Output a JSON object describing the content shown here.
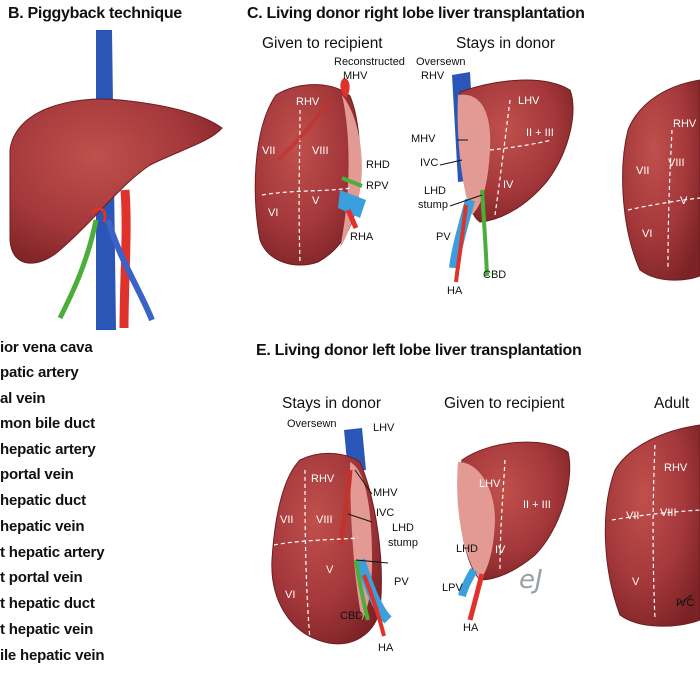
{
  "sections": {
    "b_title": "B. Piggyback technique",
    "c_title": "C. Living donor right lobe liver transplantation",
    "e_title": "E. Living donor left lobe liver transplantation"
  },
  "panel_c": {
    "recipient_caption": "Given to recipient",
    "donor_caption": "Stays in donor",
    "labels": {
      "reconstructed_mhv": [
        "Reconstructed",
        "MHV"
      ],
      "oversewn_rhv": [
        "Oversewn",
        "RHV"
      ],
      "mhv": "MHV",
      "ivc": "IVC",
      "lhd_stump": [
        "LHD",
        "stump"
      ],
      "rhd": "RHD",
      "rpv": "RPV",
      "rha": "RHA",
      "pv": "PV",
      "ha": "HA",
      "cbd": "CBD",
      "lhv": "LHV"
    },
    "segments": {
      "rhv": "RHV",
      "vii": "VII",
      "viii": "VIII",
      "vi": "VI",
      "v": "V",
      "ii_iii": "II + III",
      "iv": "IV",
      "partial_rhv": "RHV",
      "partial_vii": "VII",
      "partial_viii": "VIII",
      "partial_vi": "VI",
      "partial_v": "V"
    }
  },
  "panel_e": {
    "donor_caption": "Stays in donor",
    "recipient_caption": "Given to recipient",
    "adult_caption": "Adult",
    "labels": {
      "oversewn": "Oversewn",
      "lhv_donor": "LHV",
      "mhv": "MHV",
      "ivc": "IVC",
      "lhd_stump": [
        "LHD",
        "stump"
      ],
      "pv": "PV",
      "cbd": "CBD",
      "ha": "HA",
      "lhd": "LHD",
      "lpv": "LPV",
      "ha_recipient": "HA",
      "ivc_adult": "IVC"
    },
    "segments": {
      "rhv": "RHV",
      "vii": "VII",
      "viii": "VIII",
      "vi": "VI",
      "v": "V",
      "lhv": "LHV",
      "ii_iii": "II + III",
      "iv": "IV",
      "adult_rhv": "RHV",
      "adult_vii": "VII",
      "adult_viii": "VIII",
      "adult_v": "V"
    }
  },
  "legend": [
    "ior vena cava",
    "patic artery",
    "al vein",
    "mon bile duct",
    "hepatic artery",
    "portal vein",
    "hepatic duct",
    "hepatic vein",
    "t hepatic artery",
    "t portal vein",
    "t hepatic duct",
    "t hepatic vein",
    "ile hepatic vein"
  ],
  "logo_text": "eJ",
  "colors": {
    "liver": "#a3373a",
    "liver_dark": "#7e2326",
    "liver_light": "#d98a86",
    "ivc": "#2a56b8",
    "portal": "#3a9fdc",
    "artery": "#e0322c",
    "bile": "#4cae3a"
  }
}
